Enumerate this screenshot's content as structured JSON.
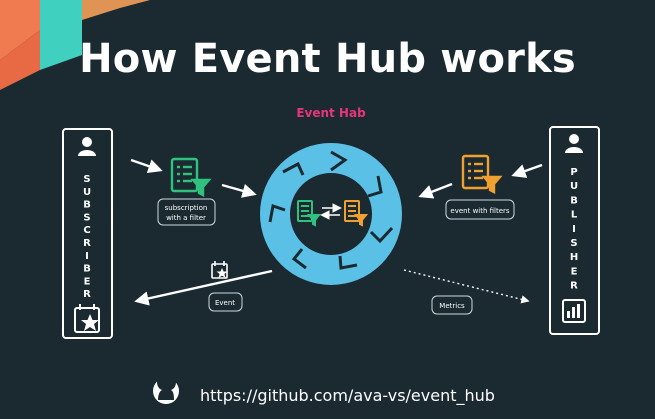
{
  "title": "How Event Hub works",
  "hub_label": "Event Hab",
  "subscriber": {
    "letters": [
      "S",
      "U",
      "B",
      "S",
      "C",
      "R",
      "I",
      "B",
      "E",
      "R"
    ]
  },
  "publisher": {
    "letters": [
      "P",
      "U",
      "B",
      "L",
      "I",
      "S",
      "H",
      "E",
      "R"
    ]
  },
  "labels": {
    "subscription_line1": "subscription",
    "subscription_line2": "with a filter",
    "event_with_filters": "event with filters",
    "event": "Event",
    "metrics": "Metrics"
  },
  "footer": {
    "link": "https://github.com/ava-vs/event_hub",
    "icon": "github-icon"
  },
  "colors": {
    "background": "#1a2a30",
    "hub_ring": "#5bc0e6",
    "subscription_icon": "#2ec27e",
    "publisher_icon": "#f0a030",
    "hub_label": "#e8357a"
  }
}
